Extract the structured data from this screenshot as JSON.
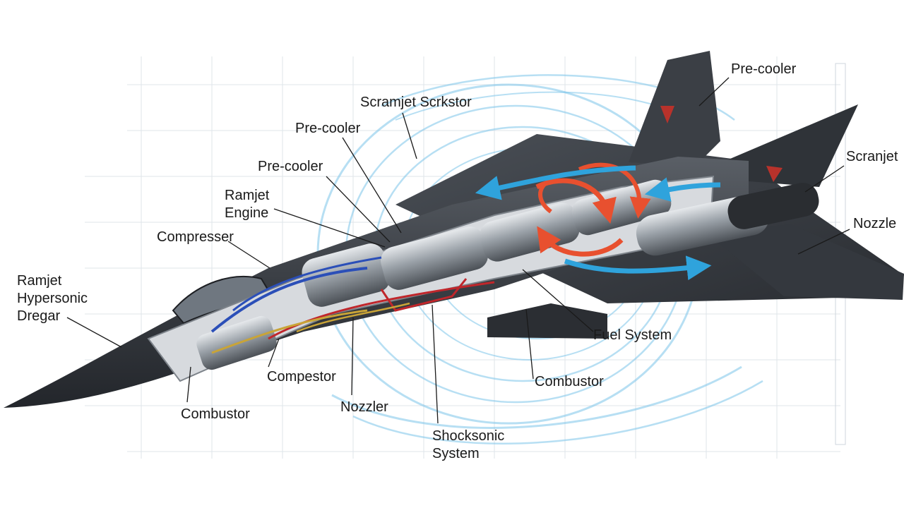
{
  "labels": {
    "pre_cooler_top": "Pre-cooler",
    "scramjet_scrkstor": "Scramjet Scrkstor",
    "pre_cooler_1": "Pre-cooler",
    "pre_cooler_2": "Pre-cooler",
    "ramjet_engine_1": "Ramjet",
    "ramjet_engine_2": "Engine",
    "compresser": "Compresser",
    "ramjet_hypersonic_1": "Ramjet",
    "ramjet_hypersonic_2": "Hypersonic",
    "ramjet_hypersonic_3": "Dregar",
    "scranjet": "Scranjet",
    "nozzle_right": "Nozzle",
    "fuel_system": "Fuel System",
    "combustor_right": "Combustor",
    "compestor": "Compestor",
    "nozzler": "Nozzler",
    "combustor_left": "Combustor",
    "shocksonic_1": "Shocksonic",
    "shocksonic_2": "System"
  },
  "colors": {
    "airframe": "#3a3e44",
    "airframe_dark": "#24272c",
    "engine_metal": "#9aa1a8",
    "airflow_blue": "#2fa3dc",
    "thermal_red": "#e8502f",
    "fuel_line_red": "#c0262b",
    "coolant_blue": "#2b4fb8",
    "fuel_line_yellow": "#c9a437"
  }
}
